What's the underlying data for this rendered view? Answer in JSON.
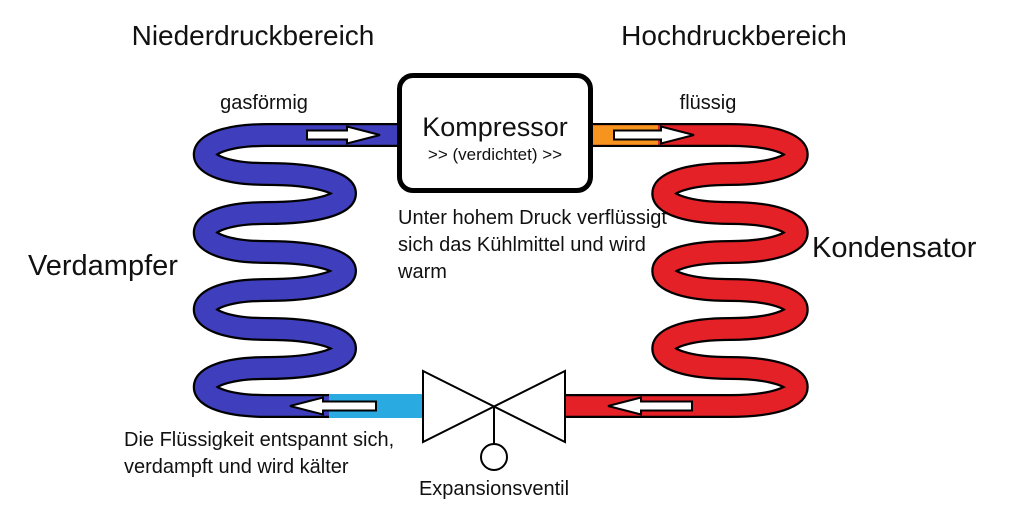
{
  "diagram": {
    "zone_low_pressure": "Niederdruckbereich",
    "zone_high_pressure": "Hochdruckbereich",
    "state_gas": "gasförmig",
    "state_liquid": "flüssig",
    "compressor": {
      "title": "Kompressor",
      "subtitle": ">> (verdichtet) >>"
    },
    "evaporator_label": "Verdampfer",
    "condenser_label": "Kondensator",
    "condenser_note_lines": [
      "Unter hohem Druck verflüssigt",
      "sich das Kühlmittel und wird",
      "warm"
    ],
    "evaporator_note_lines": [
      "Die Flüssigkeit entspannt sich,",
      "verdampft und wird kälter"
    ],
    "valve_label": "Expansionsventil"
  },
  "colors": {
    "evaporator_pipe": "#3f3fbe",
    "condenser_pipe": "#e42127",
    "compressed_hot_segment": "#f7941e",
    "expanded_cold_segment": "#29abe2",
    "outline": "#000000"
  }
}
